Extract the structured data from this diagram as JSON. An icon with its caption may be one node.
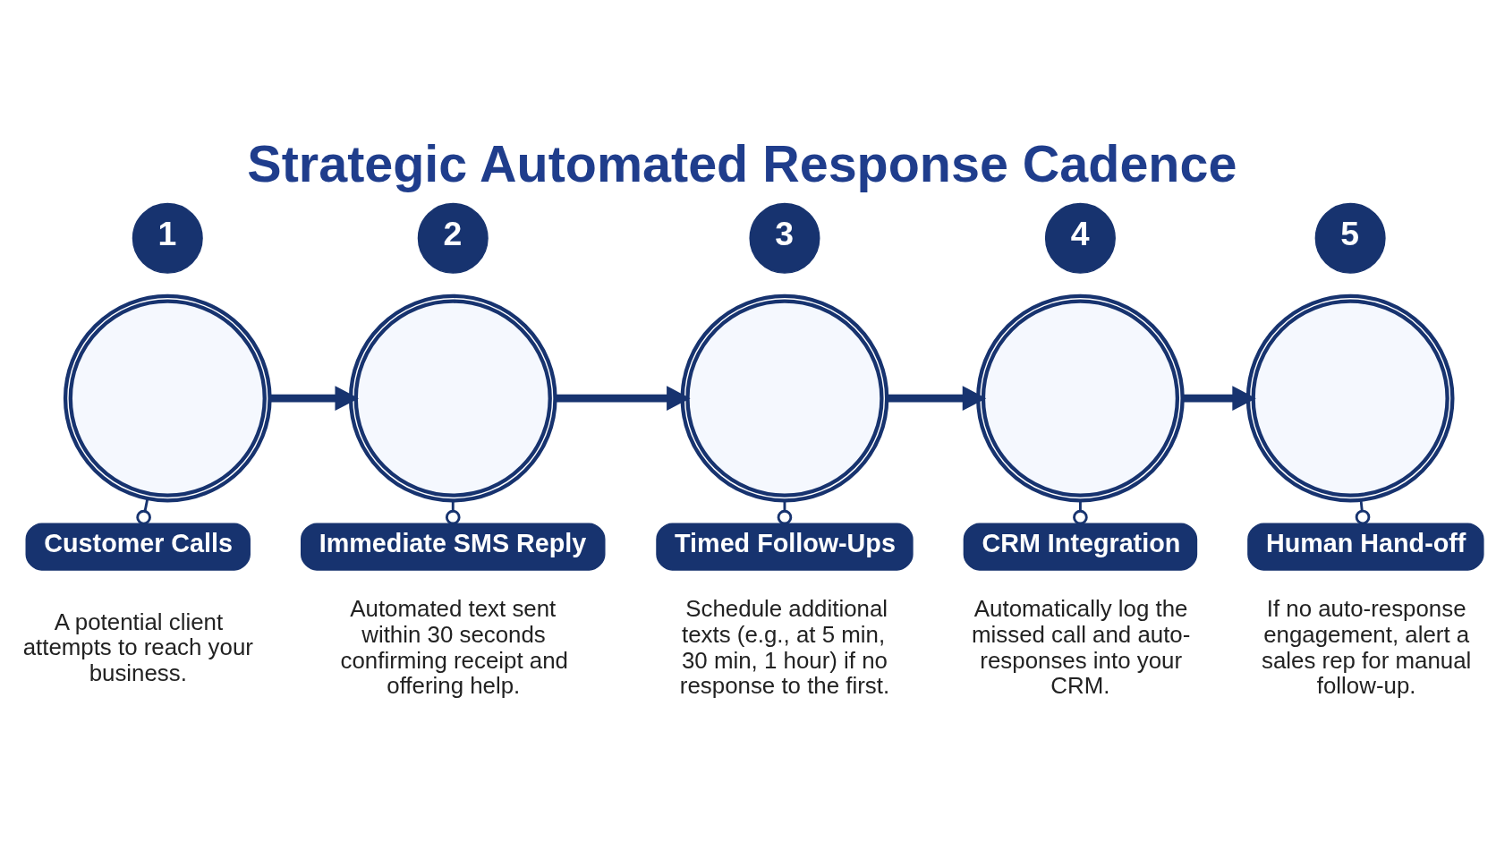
{
  "diagram": {
    "title": "Strategic Automated Response Cadence",
    "nodes": [
      {
        "text": [
          "1"
        ]
      },
      {
        "text": [],
        "shape": "circle"
      },
      {
        "text": [
          "Customer Calls"
        ],
        "beside": [
          "A potential client attempts to reach your business."
        ]
      },
      {
        "text": [
          "2"
        ]
      },
      {
        "text": [],
        "shape": "circle"
      },
      {
        "text": [
          "Immediate SMS Reply"
        ],
        "beside": [
          "Automated text sent within 30 seconds confirming receipt and offering help."
        ]
      },
      {
        "text": [
          "3"
        ]
      },
      {
        "text": [],
        "shape": "circle"
      },
      {
        "text": [
          "Timed Follow-Ups"
        ],
        "beside": [
          "Schedule additional texts (e.g., at 5 min, 30 min, 1 hour) if no response to the first."
        ]
      },
      {
        "text": [
          "4"
        ]
      },
      {
        "text": [],
        "shape": "circle"
      },
      {
        "text": [
          "CRM Integration"
        ],
        "beside": [
          "Automatically log the missed call and auto-responses into your CRM."
        ]
      },
      {
        "text": [
          "5"
        ]
      },
      {
        "text": [],
        "shape": "circle"
      },
      {
        "text": [
          "Human Hand-off"
        ],
        "beside": [
          "If no auto-response engagement, alert a sales rep for manual follow-up."
        ]
      }
    ],
    "edges": [
      {
        "from": 1,
        "to": 2,
        "arrow": "other"
      },
      {
        "from": 1,
        "to": 4,
        "arrow": "to",
        "style": "thick"
      },
      {
        "from": 4,
        "to": 5,
        "arrow": "other"
      },
      {
        "from": 4,
        "to": 7,
        "arrow": "to",
        "style": "thick"
      },
      {
        "from": 7,
        "to": 8,
        "arrow": "other"
      },
      {
        "from": 7,
        "to": 10,
        "arrow": "to",
        "style": "thick"
      },
      {
        "from": 10,
        "to": 11,
        "arrow": "other"
      },
      {
        "from": 10,
        "to": 13,
        "arrow": "to",
        "style": "thick"
      },
      {
        "from": 13,
        "to": 14,
        "arrow": "other"
      }
    ]
  }
}
